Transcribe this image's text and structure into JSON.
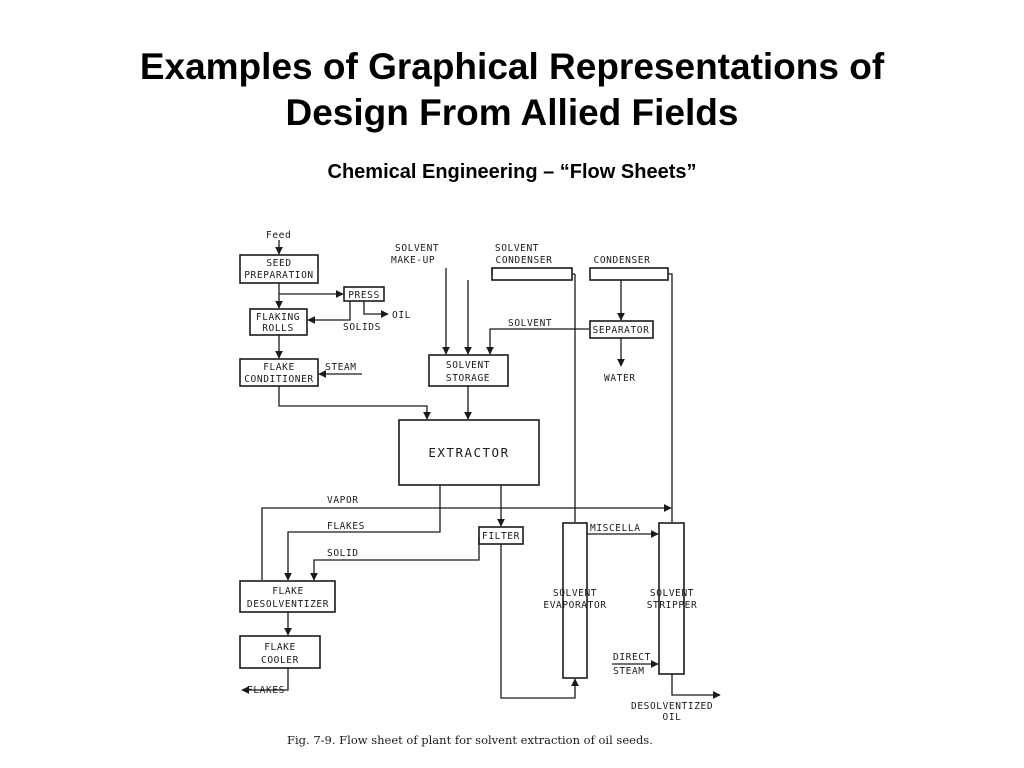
{
  "slide": {
    "title_line1": "Examples of Graphical Representations of",
    "title_line2": "Design From Allied Fields",
    "subtitle": "Chemical Engineering – “Flow Sheets”"
  },
  "figure": {
    "caption": "Fig. 7-9. Flow sheet of plant for solvent extraction of oil seeds.",
    "units": {
      "seed_preparation": [
        "SEED",
        "PREPARATION"
      ],
      "press": [
        "PRESS"
      ],
      "flaking_rolls": [
        "FLAKING",
        "ROLLS"
      ],
      "flake_conditioner": [
        "FLAKE",
        "CONDITIONER"
      ],
      "solvent_storage": [
        "SOLVENT",
        "STORAGE"
      ],
      "solvent_condenser": [
        "SOLVENT",
        "CONDENSER"
      ],
      "condenser": [
        "CONDENSER"
      ],
      "separator": [
        "SEPARATOR"
      ],
      "extractor": [
        "EXTRACTOR"
      ],
      "filter": [
        "FILTER"
      ],
      "flake_desolventizer": [
        "FLAKE",
        "DESOLVENTIZER"
      ],
      "flake_cooler": [
        "FLAKE",
        "COOLER"
      ],
      "solvent_evaporator": [
        "SOLVENT",
        "EVAPORATOR"
      ],
      "solvent_stripper": [
        "SOLVENT",
        "STRIPPER"
      ]
    },
    "streams": {
      "feed": "Feed",
      "oil": "OIL",
      "solids": "SOLIDS",
      "steam": "STEAM",
      "solvent_makeup": [
        "SOLVENT",
        "MAKE-UP"
      ],
      "solvent": "SOLVENT",
      "water": "WATER",
      "vapor": "VAPOR",
      "flakes": "FLAKES",
      "solid": "SOLID",
      "miscella": "MISCELLA",
      "direct_steam": [
        "DIRECT",
        "STEAM"
      ],
      "flakes_out": "FLAKES",
      "desolventized_oil": [
        "DESOLVENTIZED",
        "OIL"
      ]
    }
  }
}
